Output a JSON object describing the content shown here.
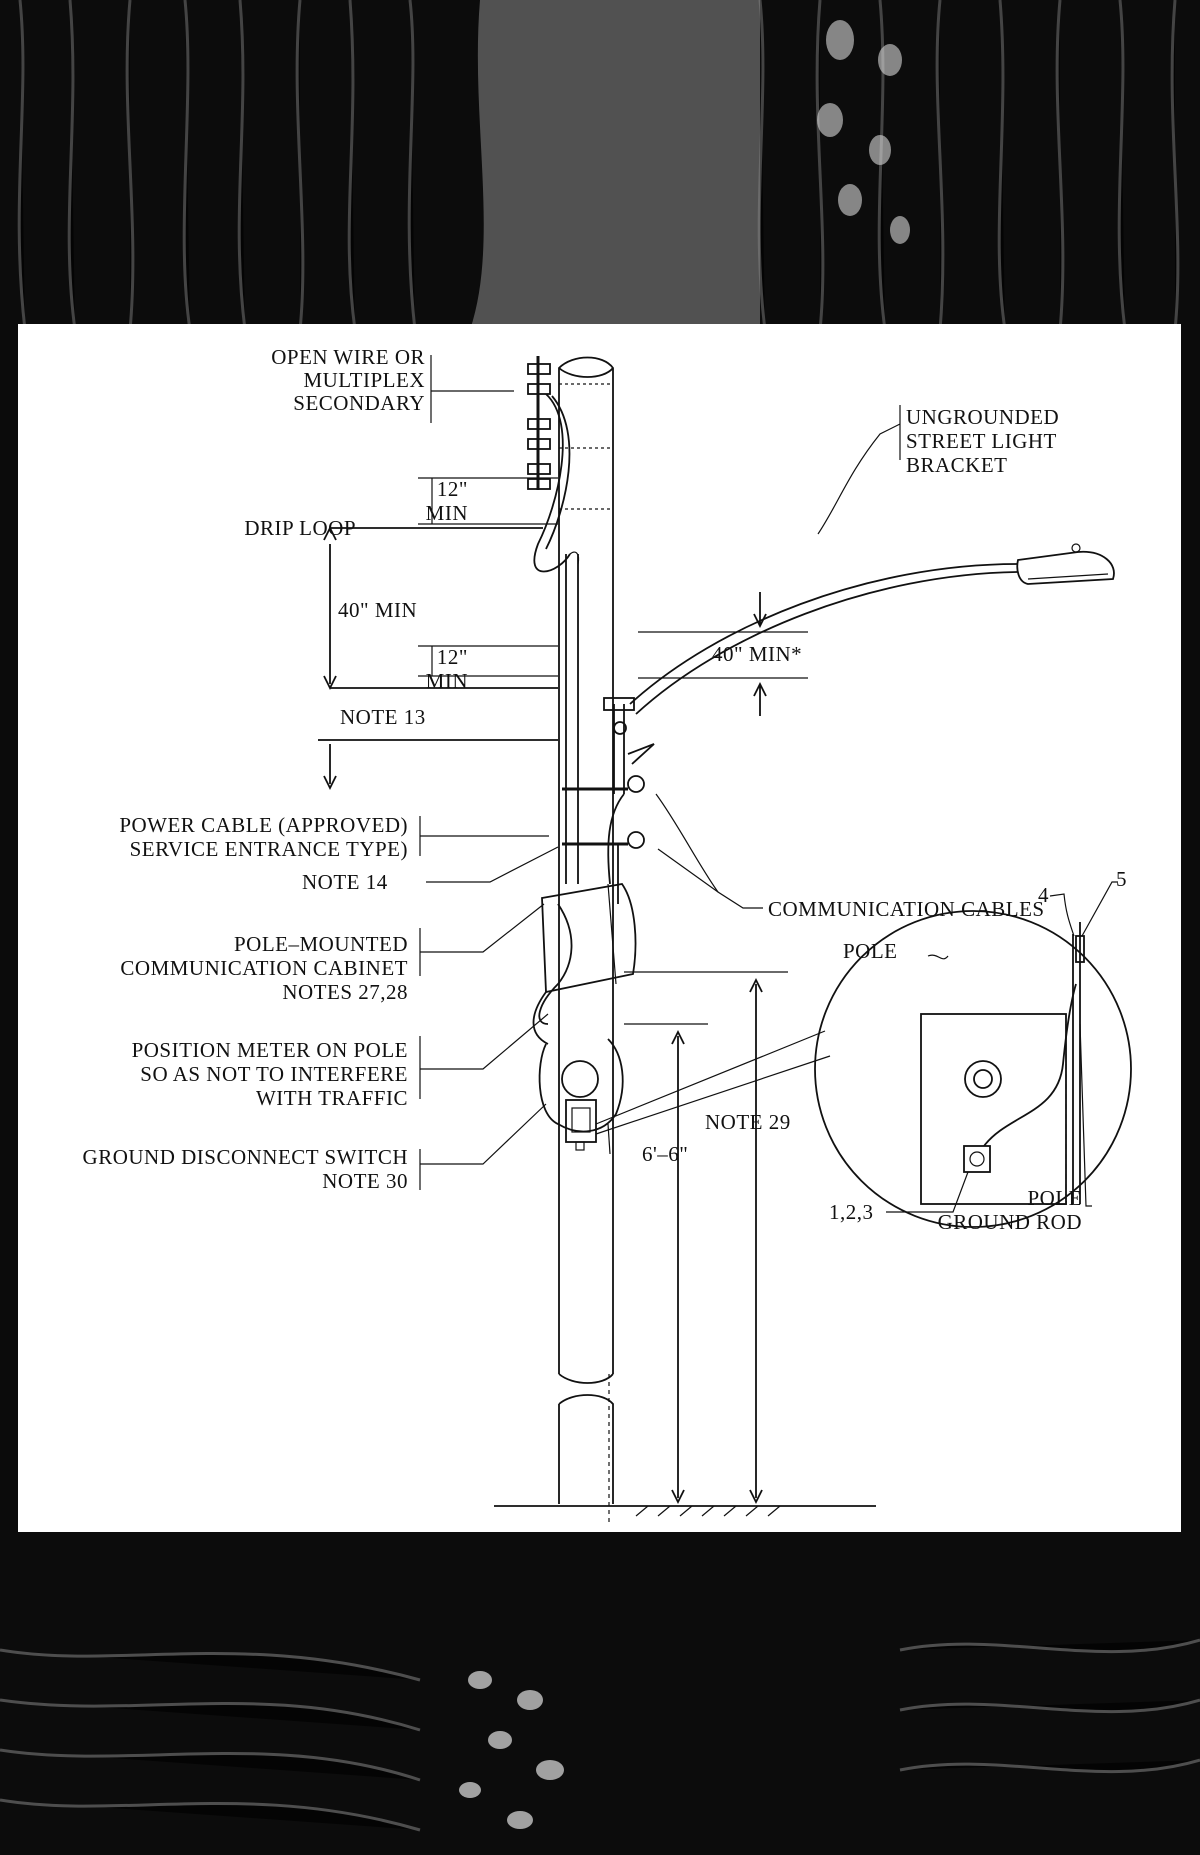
{
  "labels": {
    "open_wire": [
      "OPEN WIRE OR",
      "MULTIPLEX",
      "SECONDARY"
    ],
    "street_light": [
      "UNGROUNDED",
      "STREET LIGHT",
      "BRACKET"
    ],
    "twelve_min_top": [
      "12\"",
      "MIN"
    ],
    "drip_loop": "DRIP LOOP",
    "forty_min": "40\" MIN",
    "twelve_min_mid": [
      "12\"",
      "MIN"
    ],
    "forty_min_star": "40\" MIN*",
    "note13": "NOTE 13",
    "power_cable": [
      "POWER CABLE (APPROVED)",
      "SERVICE ENTRANCE TYPE)"
    ],
    "note14": "NOTE 14",
    "comm_cables": "COMMUNICATION CABLES",
    "cabinet": [
      "POLE–MOUNTED",
      "COMMUNICATION CABINET",
      "NOTES 27,28"
    ],
    "meter": [
      "POSITION METER ON POLE",
      "SO AS NOT TO INTERFERE",
      "WITH TRAFFIC"
    ],
    "ground_switch": [
      "GROUND DISCONNECT SWITCH",
      "NOTE 30"
    ],
    "note29": "NOTE 29",
    "six_six": "6'–6\"",
    "detail_pole": "POLE",
    "detail_4": "4",
    "detail_5": "5",
    "detail_123": "1,2,3",
    "pole_ground_rod": [
      "POLE",
      "GROUND ROD"
    ]
  }
}
